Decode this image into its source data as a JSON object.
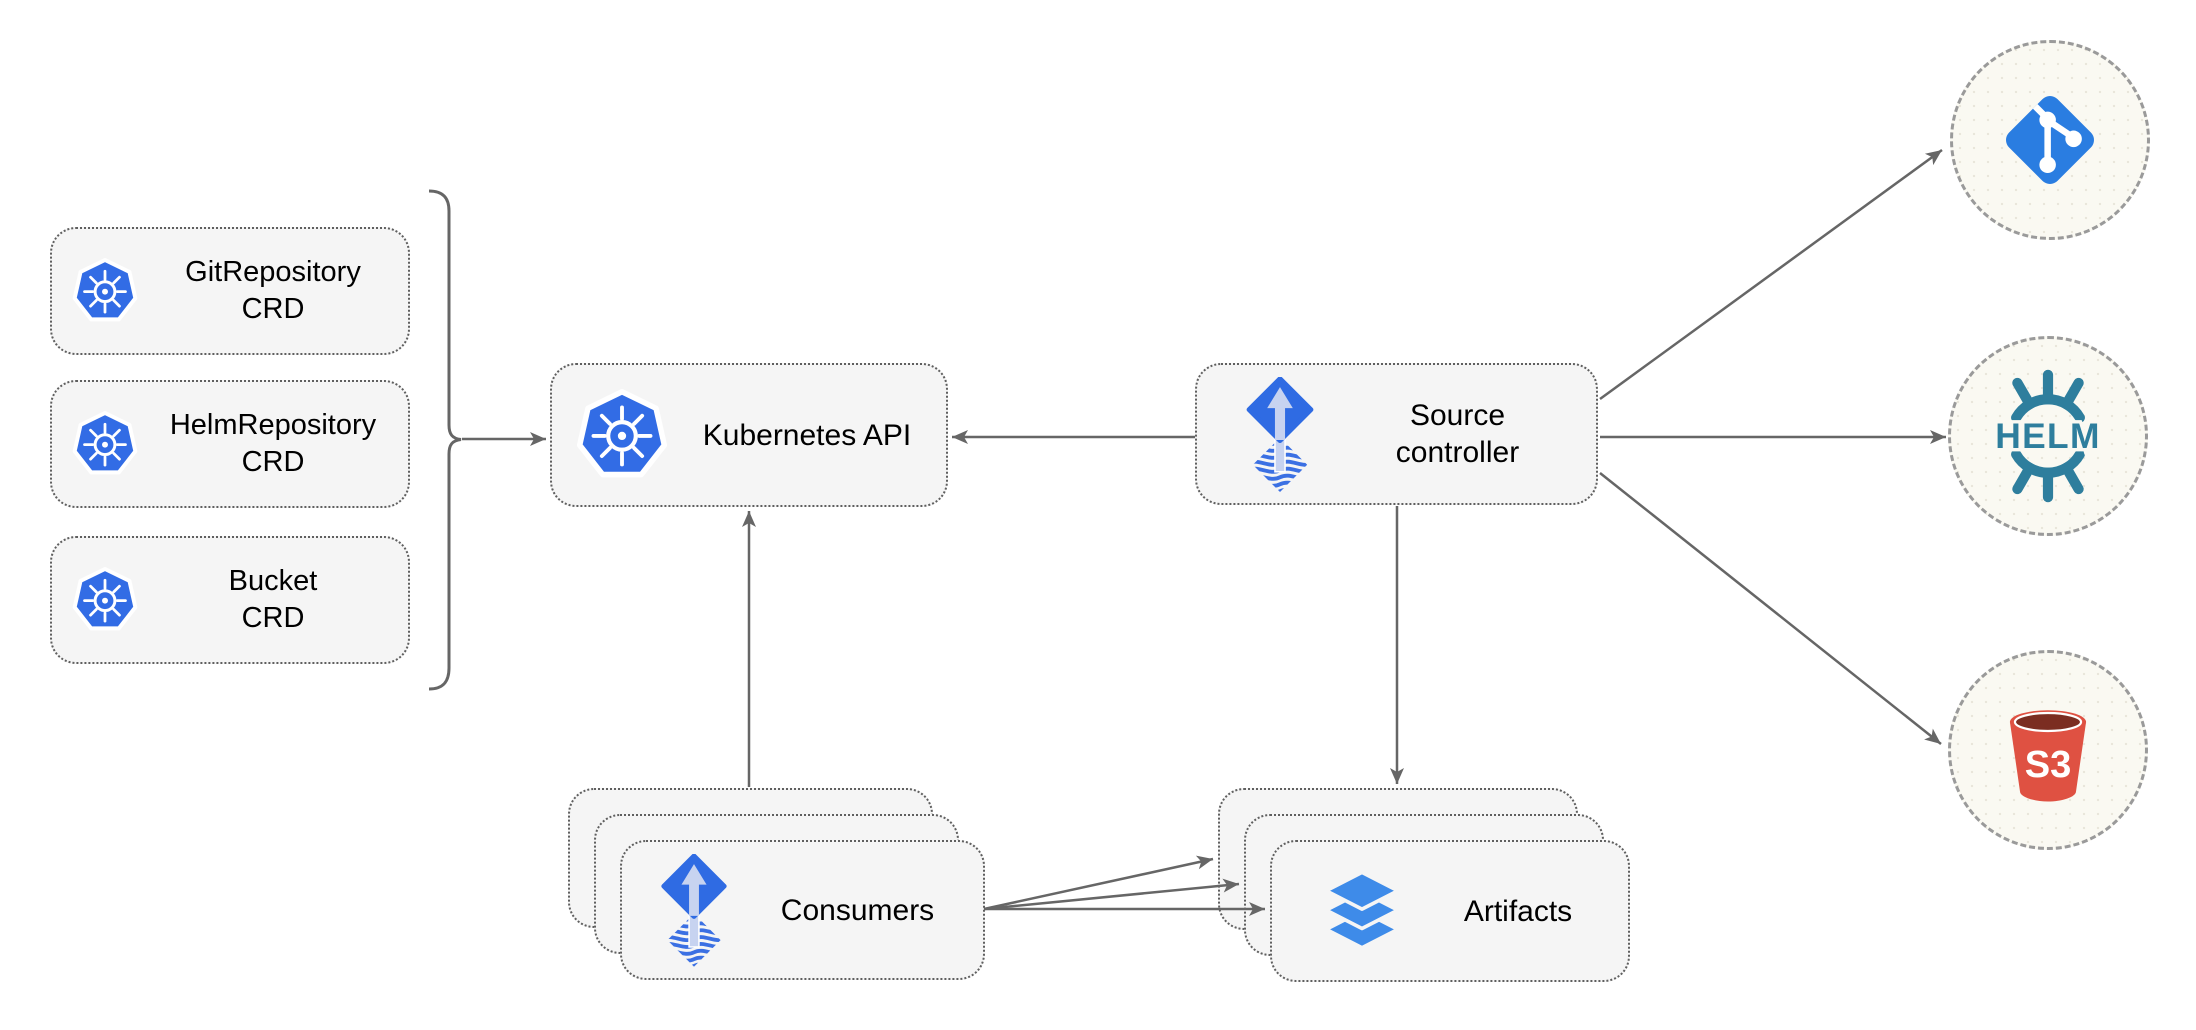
{
  "diagram": {
    "title_hint": "Flux source-controller architecture diagram",
    "nodes": {
      "crds": [
        {
          "id": "gitrepository-crd",
          "line1": "GitRepository",
          "line2": "CRD",
          "icon": "kubernetes-icon"
        },
        {
          "id": "helmrepository-crd",
          "line1": "HelmRepository",
          "line2": "CRD",
          "icon": "kubernetes-icon"
        },
        {
          "id": "bucket-crd",
          "line1": "Bucket",
          "line2": "CRD",
          "icon": "kubernetes-icon"
        }
      ],
      "kubernetes_api": {
        "label": "Kubernetes API",
        "icon": "kubernetes-icon"
      },
      "source_controller": {
        "line1": "Source",
        "line2": "controller",
        "icon": "flux-icon"
      },
      "consumers": {
        "label": "Consumers",
        "icon": "flux-icon",
        "stacked": 3
      },
      "artifacts": {
        "label": "Artifacts",
        "icon": "layers-icon",
        "stacked": 3
      },
      "externals": [
        {
          "id": "git",
          "icon": "git-icon",
          "label": ""
        },
        {
          "id": "helm",
          "icon": "helm-icon",
          "label": "HELM"
        },
        {
          "id": "s3",
          "icon": "s3-bucket-icon",
          "label": "S3"
        }
      ]
    },
    "edges": [
      {
        "from": "crd-group-brace",
        "to": "kubernetes-api"
      },
      {
        "from": "source-controller",
        "to": "kubernetes-api"
      },
      {
        "from": "source-controller",
        "to": "git"
      },
      {
        "from": "source-controller",
        "to": "helm"
      },
      {
        "from": "source-controller",
        "to": "s3"
      },
      {
        "from": "source-controller",
        "to": "artifacts"
      },
      {
        "from": "consumers",
        "to": "kubernetes-api"
      },
      {
        "from": "consumers",
        "to": "artifacts",
        "count": 3
      }
    ],
    "colors": {
      "kubernetes_blue": "#326CE5",
      "flux_blue": "#2F6BE3",
      "flux_stripe_blue": "#3B70E3",
      "flux_arrow_light": "#C7D3F0",
      "layers_blue": "#3E8BE9",
      "git_blue": "#2A7DE1",
      "helm_teal": "#2E7E9D",
      "s3_red": "#DF5142",
      "s3_dark_red": "#7B2D21",
      "connector_gray": "#666666",
      "node_fill": "#F5F5F5",
      "node_border": "#5F5F5F",
      "external_fill": "#FAF9F2",
      "external_border": "#9A9A9A",
      "text": "#000000"
    }
  }
}
